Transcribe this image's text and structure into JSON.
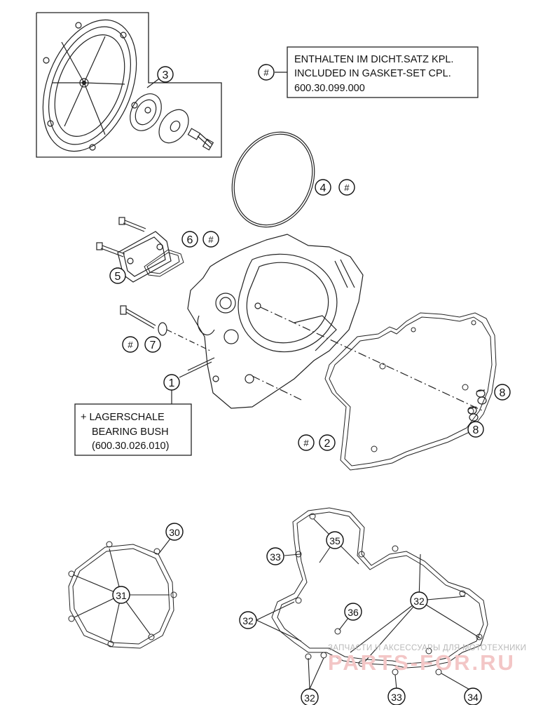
{
  "callouts": {
    "c1": "1",
    "c2": "2",
    "c3": "3",
    "c4": "4",
    "c5": "5",
    "c6": "6",
    "c7": "7",
    "c8a": "8",
    "c8b": "8",
    "c30": "30",
    "c31": "31",
    "c32a": "32",
    "c32b": "32",
    "c32c": "32",
    "c33a": "33",
    "c33b": "33",
    "c34": "34",
    "c35": "35",
    "c36": "36",
    "hash": "#"
  },
  "gasket_note": {
    "line1": "ENTHALTEN IM DICHT.SATZ KPL.",
    "line2": "INCLUDED IN GASKET-SET CPL.",
    "line3": "600.30.099.000"
  },
  "bearing_note": {
    "line1": "+ LAGERSCHALE",
    "line2": "BEARING BUSH",
    "line3": "(600.30.026.010)"
  },
  "watermark": {
    "caption": "ЗАПЧАСТИ И АКСЕССУАРЫ ДЛЯ МОТОТЕХНИКИ",
    "brand": "PARTS-FOR.RU"
  }
}
